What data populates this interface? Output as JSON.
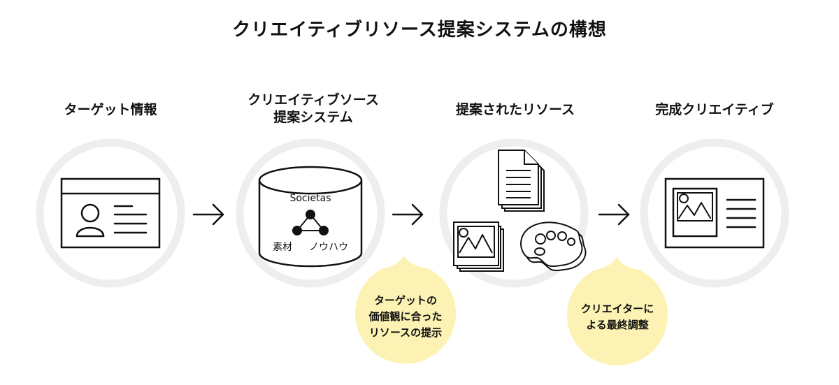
{
  "title": "クリエイティブリソース提案システムの構想",
  "steps": [
    {
      "label": "ターゲット情報"
    },
    {
      "label": "クリエイティブソース\n提案システム"
    },
    {
      "label": "提案されたリソース"
    },
    {
      "label": "完成クリエイティブ"
    }
  ],
  "system": {
    "brand": "Societas",
    "node_left": "素材",
    "node_right": "ノウハウ"
  },
  "bubbles": [
    {
      "text": "ターゲットの\n価値観に合った\nリソースの提示"
    },
    {
      "text": "クリエイターに\nよる最終調整"
    }
  ],
  "colors": {
    "circle": "#eeeeee",
    "bubble": "#fcf2b3",
    "line": "#111111"
  }
}
